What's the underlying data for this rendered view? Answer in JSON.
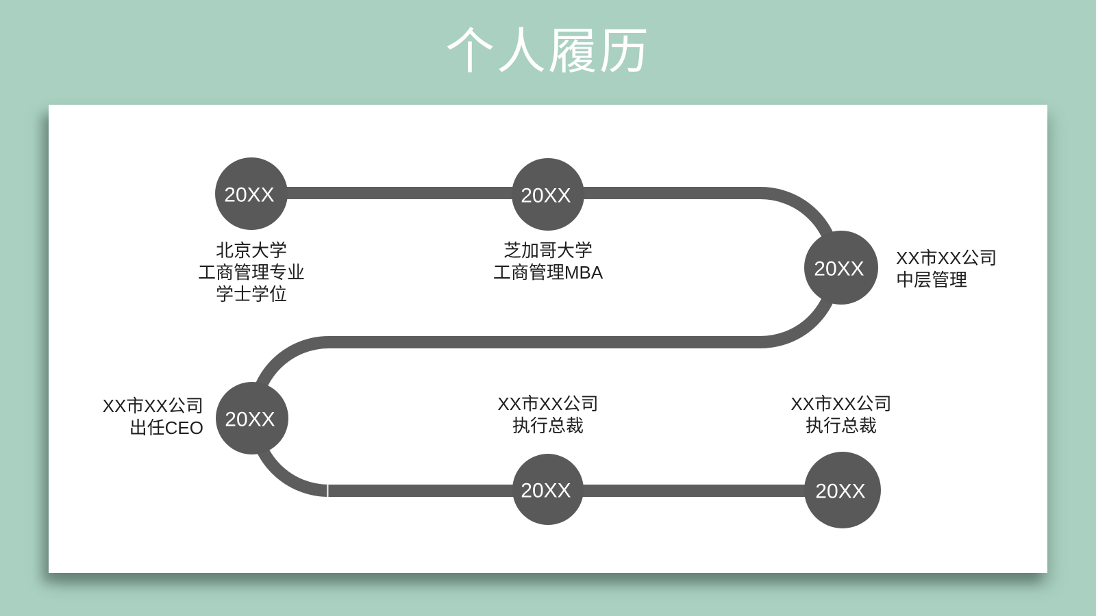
{
  "slide": {
    "title": "个人履历",
    "colors": {
      "background": "#a9d0c1",
      "card": "#ffffff",
      "node_fill": "#595959",
      "path_stroke": "#5d5d5d",
      "year_text": "#ffffff",
      "label_text": "#1e1e1e"
    },
    "timeline": {
      "nodes": [
        {
          "year": "20XX",
          "label_position": "below",
          "label_lines": [
            "北京大学",
            "工商管理专业",
            "学士学位"
          ]
        },
        {
          "year": "20XX",
          "label_position": "below",
          "label_lines": [
            "芝加哥大学",
            "工商管理MBA"
          ]
        },
        {
          "year": "20XX",
          "label_position": "right",
          "label_lines": [
            "XX市XX公司",
            "中层管理"
          ]
        },
        {
          "year": "20XX",
          "label_position": "left",
          "label_lines": [
            "XX市XX公司",
            "出任CEO"
          ]
        },
        {
          "year": "20XX",
          "label_position": "above",
          "label_lines": [
            "XX市XX公司",
            "执行总裁"
          ]
        },
        {
          "year": "20XX",
          "label_position": "above",
          "label_lines": [
            "XX市XX公司",
            "执行总裁"
          ]
        }
      ]
    }
  }
}
